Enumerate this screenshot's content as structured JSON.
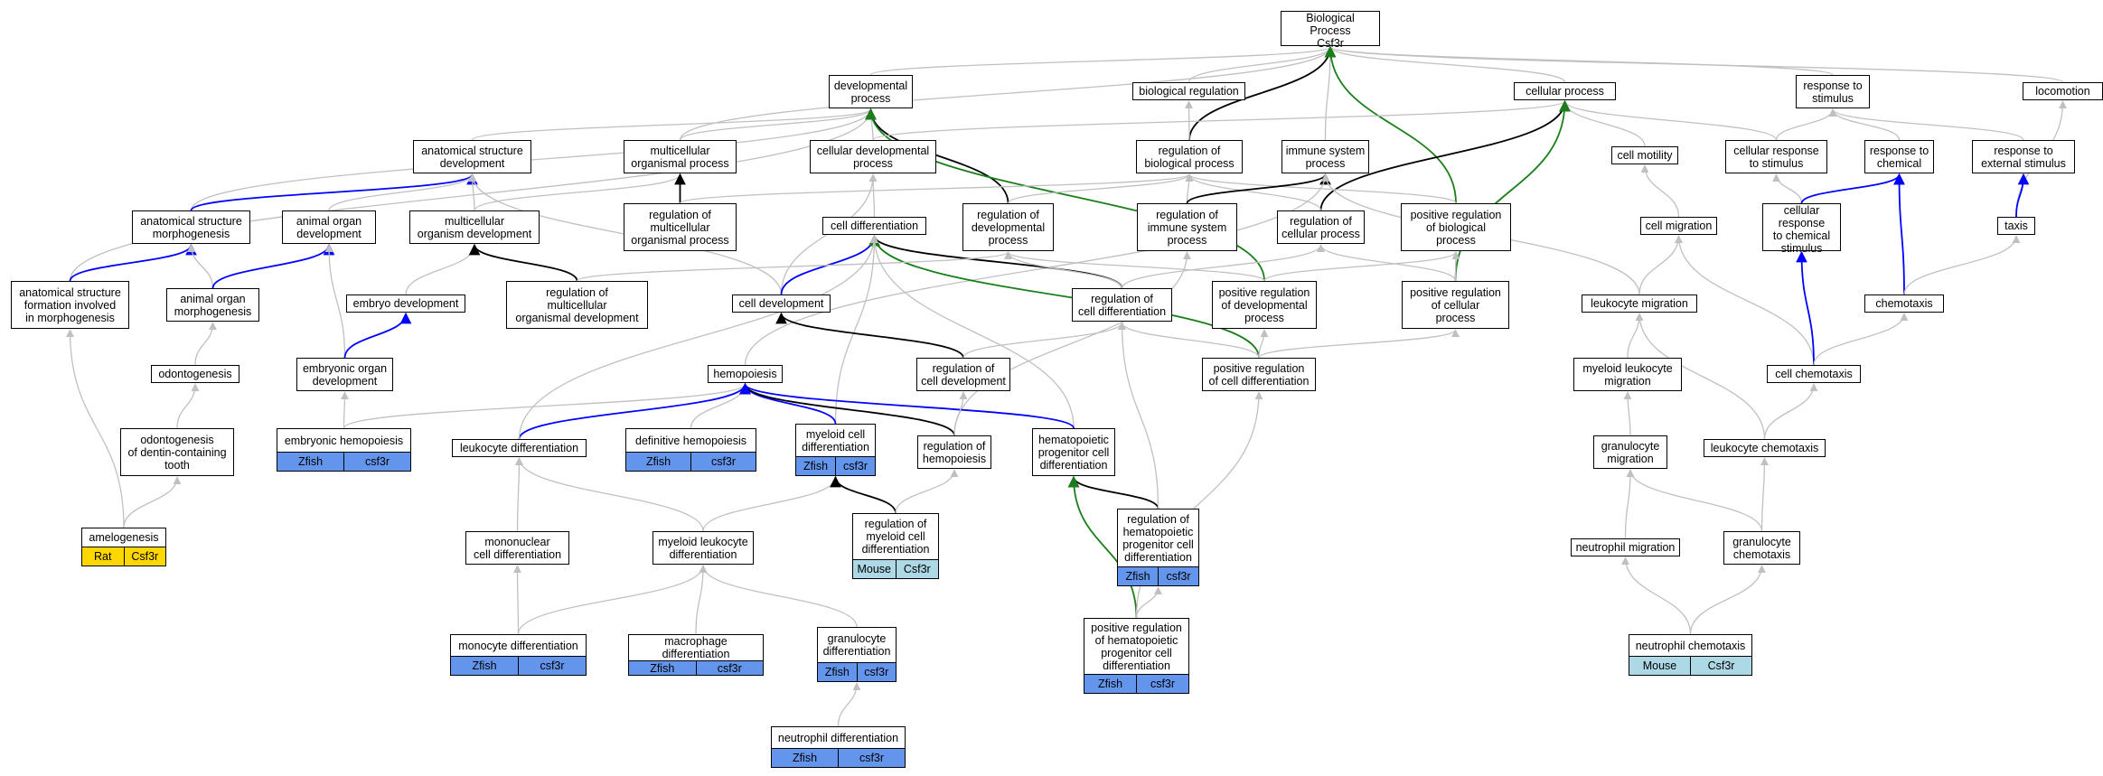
{
  "colors": {
    "gray": "#c0c0c0",
    "black": "#000000",
    "blue": "#0000ff",
    "green": "#1a7f1a",
    "zfish": "#6495ed",
    "mouse": "#add8e6",
    "rat": "#ffd700"
  },
  "nodes": [
    {
      "id": "root",
      "label": "Biological Process\nCsf3r"
    },
    {
      "id": "devproc",
      "label": "developmental\nprocess"
    },
    {
      "id": "bioreg",
      "label": "biological regulation"
    },
    {
      "id": "cellproc",
      "label": "cellular process"
    },
    {
      "id": "respstim",
      "label": "response to\nstimulus"
    },
    {
      "id": "locomotion",
      "label": "locomotion"
    },
    {
      "id": "asd",
      "label": "anatomical structure\ndevelopment"
    },
    {
      "id": "multorg",
      "label": "multicellular\norganismal process"
    },
    {
      "id": "celldevproc",
      "label": "cellular developmental\nprocess"
    },
    {
      "id": "regbio",
      "label": "regulation of\nbiological process"
    },
    {
      "id": "immsys",
      "label": "immune system\nprocess"
    },
    {
      "id": "cellmot",
      "label": "cell motility"
    },
    {
      "id": "cellresp",
      "label": "cellular response\nto stimulus"
    },
    {
      "id": "respchem",
      "label": "response to\nchemical"
    },
    {
      "id": "respext",
      "label": "response to\nexternal stimulus"
    },
    {
      "id": "asm",
      "label": "anatomical structure\nmorphogenesis"
    },
    {
      "id": "aod",
      "label": "animal organ\ndevelopment"
    },
    {
      "id": "mod",
      "label": "multicellular\norganism development"
    },
    {
      "id": "regmop",
      "label": "regulation of\nmulticellular\norganismal process"
    },
    {
      "id": "celldiff",
      "label": "cell differentiation"
    },
    {
      "id": "regdev",
      "label": "regulation of\ndevelopmental\nprocess"
    },
    {
      "id": "regimm",
      "label": "regulation of\nimmune system\nprocess"
    },
    {
      "id": "regcell",
      "label": "regulation of\ncellular process"
    },
    {
      "id": "posregbio",
      "label": "positive regulation\nof biological\nprocess"
    },
    {
      "id": "cellmig",
      "label": "cell migration"
    },
    {
      "id": "cellrespchem",
      "label": "cellular response\nto chemical\nstimulus"
    },
    {
      "id": "taxis",
      "label": "taxis"
    },
    {
      "id": "asfim",
      "label": "anatomical structure\nformation involved\nin morphogenesis"
    },
    {
      "id": "aom",
      "label": "animal organ\nmorphogenesis"
    },
    {
      "id": "embdev",
      "label": "embryo development"
    },
    {
      "id": "regmod",
      "label": "regulation of\nmulticellular\norganismal development"
    },
    {
      "id": "celldev",
      "label": "cell development"
    },
    {
      "id": "regcd",
      "label": "regulation of\ncell differentiation"
    },
    {
      "id": "posregdev",
      "label": "positive regulation\nof developmental\nprocess"
    },
    {
      "id": "posregcell",
      "label": "positive regulation\nof cellular\nprocess"
    },
    {
      "id": "leukmig",
      "label": "leukocyte migration"
    },
    {
      "id": "chemotaxis",
      "label": "chemotaxis"
    },
    {
      "id": "odonto",
      "label": "odontogenesis"
    },
    {
      "id": "eod",
      "label": "embryonic organ\ndevelopment"
    },
    {
      "id": "hemo",
      "label": "hemopoiesis"
    },
    {
      "id": "regcdev",
      "label": "regulation of\ncell development"
    },
    {
      "id": "posregcd",
      "label": "positive regulation\nof cell differentiation"
    },
    {
      "id": "mlm",
      "label": "myeloid leukocyte\nmigration"
    },
    {
      "id": "cellchemo",
      "label": "cell chemotaxis"
    },
    {
      "id": "odontodct",
      "label": "odontogenesis\nof dentin-containing\ntooth"
    },
    {
      "id": "embhemo",
      "label": "embryonic hemopoiesis",
      "tags": [
        [
          "Zfish",
          "zfish"
        ],
        [
          "csf3r",
          "zfish"
        ]
      ]
    },
    {
      "id": "leukdiff",
      "label": "leukocyte differentiation"
    },
    {
      "id": "defhemo",
      "label": "definitive hemopoiesis",
      "tags": [
        [
          "Zfish",
          "zfish"
        ],
        [
          "csf3r",
          "zfish"
        ]
      ]
    },
    {
      "id": "myelcd",
      "label": "myeloid cell\ndifferentiation",
      "tags": [
        [
          "Zfish",
          "zfish"
        ],
        [
          "csf3r",
          "zfish"
        ]
      ]
    },
    {
      "id": "reghemo",
      "label": "regulation of\nhemopoiesis"
    },
    {
      "id": "hpcd",
      "label": "hematopoietic\nprogenitor cell\ndifferentiation"
    },
    {
      "id": "granmig",
      "label": "granulocyte\nmigration"
    },
    {
      "id": "leukchemo",
      "label": "leukocyte chemotaxis"
    },
    {
      "id": "amelo",
      "label": "amelogenesis",
      "tags": [
        [
          "Rat",
          "rat"
        ],
        [
          "Csf3r",
          "rat"
        ]
      ]
    },
    {
      "id": "mononuc",
      "label": "mononuclear\ncell differentiation"
    },
    {
      "id": "myelleuk",
      "label": "myeloid leukocyte\ndifferentiation"
    },
    {
      "id": "regmyel",
      "label": "regulation of\nmyeloid cell\ndifferentiation",
      "tags": [
        [
          "Mouse",
          "mouse"
        ],
        [
          "Csf3r",
          "mouse"
        ]
      ]
    },
    {
      "id": "reghpcd",
      "label": "regulation of\nhematopoietic\nprogenitor cell\ndifferentiation",
      "tags": [
        [
          "Zfish",
          "zfish"
        ],
        [
          "csf3r",
          "zfish"
        ]
      ]
    },
    {
      "id": "neutmig",
      "label": "neutrophil migration"
    },
    {
      "id": "granchemo",
      "label": "granulocyte\nchemotaxis"
    },
    {
      "id": "monodiff",
      "label": "monocyte differentiation",
      "tags": [
        [
          "Zfish",
          "zfish"
        ],
        [
          "csf3r",
          "zfish"
        ]
      ]
    },
    {
      "id": "macrodiff",
      "label": "macrophage differentiation",
      "tags": [
        [
          "Zfish",
          "zfish"
        ],
        [
          "csf3r",
          "zfish"
        ]
      ]
    },
    {
      "id": "grandiff",
      "label": "granulocyte\ndifferentiation",
      "tags": [
        [
          "Zfish",
          "zfish"
        ],
        [
          "csf3r",
          "zfish"
        ]
      ]
    },
    {
      "id": "posreghpcd",
      "label": "positive regulation\nof hematopoietic\nprogenitor cell\ndifferentiation",
      "tags": [
        [
          "Zfish",
          "zfish"
        ],
        [
          "csf3r",
          "zfish"
        ]
      ]
    },
    {
      "id": "neutchemo",
      "label": "neutrophil chemotaxis",
      "tags": [
        [
          "Mouse",
          "mouse"
        ],
        [
          "Csf3r",
          "mouse"
        ]
      ]
    },
    {
      "id": "neutdiff",
      "label": "neutrophil differentiation",
      "tags": [
        [
          "Zfish",
          "zfish"
        ],
        [
          "csf3r",
          "zfish"
        ]
      ]
    }
  ],
  "edges": [
    [
      "devproc",
      "root",
      "gray"
    ],
    [
      "bioreg",
      "root",
      "gray"
    ],
    [
      "cellproc",
      "root",
      "gray"
    ],
    [
      "respstim",
      "root",
      "gray"
    ],
    [
      "locomotion",
      "root",
      "gray"
    ],
    [
      "multorg",
      "root",
      "gray"
    ],
    [
      "regbio",
      "root",
      "black"
    ],
    [
      "immsys",
      "root",
      "gray"
    ],
    [
      "posregbio",
      "root",
      "green"
    ],
    [
      "asd",
      "devproc",
      "gray"
    ],
    [
      "celldevproc",
      "devproc",
      "gray"
    ],
    [
      "multorg",
      "devproc",
      "gray"
    ],
    [
      "asfim",
      "devproc",
      "gray"
    ],
    [
      "asm",
      "devproc",
      "gray"
    ],
    [
      "regdev",
      "devproc",
      "black"
    ],
    [
      "posregdev",
      "devproc",
      "green"
    ],
    [
      "regbio",
      "bioreg",
      "gray"
    ],
    [
      "celldevproc",
      "cellproc",
      "gray"
    ],
    [
      "regcell",
      "cellproc",
      "black"
    ],
    [
      "cellmot",
      "cellproc",
      "gray"
    ],
    [
      "cellresp",
      "cellproc",
      "gray"
    ],
    [
      "posregcell",
      "cellproc",
      "green"
    ],
    [
      "cellresp",
      "respstim",
      "gray"
    ],
    [
      "respchem",
      "respstim",
      "gray"
    ],
    [
      "respext",
      "respstim",
      "gray"
    ],
    [
      "taxis",
      "locomotion",
      "gray"
    ],
    [
      "asm",
      "asd",
      "blue"
    ],
    [
      "aod",
      "asd",
      "gray"
    ],
    [
      "mod",
      "asd",
      "gray"
    ],
    [
      "celldev",
      "asd",
      "gray"
    ],
    [
      "mod",
      "multorg",
      "gray"
    ],
    [
      "regmop",
      "multorg",
      "black"
    ],
    [
      "celldiff",
      "celldevproc",
      "gray"
    ],
    [
      "celldev",
      "celldevproc",
      "gray"
    ],
    [
      "regdev",
      "regbio",
      "gray"
    ],
    [
      "regimm",
      "regbio",
      "gray"
    ],
    [
      "regcell",
      "regbio",
      "gray"
    ],
    [
      "posregbio",
      "regbio",
      "gray"
    ],
    [
      "regmop",
      "regbio",
      "gray"
    ],
    [
      "regimm",
      "immsys",
      "black"
    ],
    [
      "hemo",
      "immsys",
      "gray"
    ],
    [
      "leukmig",
      "immsys",
      "gray"
    ],
    [
      "cellmig",
      "cellmot",
      "gray"
    ],
    [
      "cellrespchem",
      "cellresp",
      "gray"
    ],
    [
      "cellrespchem",
      "respchem",
      "blue"
    ],
    [
      "chemotaxis",
      "respchem",
      "blue"
    ],
    [
      "taxis",
      "respext",
      "blue"
    ],
    [
      "asfim",
      "asm",
      "blue"
    ],
    [
      "aom",
      "asm",
      "gray"
    ],
    [
      "aom",
      "aod",
      "blue"
    ],
    [
      "eod",
      "aod",
      "gray"
    ],
    [
      "embdev",
      "mod",
      "gray"
    ],
    [
      "regmod",
      "mod",
      "black"
    ],
    [
      "celldev",
      "celldiff",
      "blue"
    ],
    [
      "regcd",
      "celldiff",
      "black"
    ],
    [
      "posregcd",
      "celldiff",
      "green"
    ],
    [
      "myelcd",
      "celldiff",
      "gray"
    ],
    [
      "hpcd",
      "celldiff",
      "gray"
    ],
    [
      "regcd",
      "regdev",
      "gray"
    ],
    [
      "posregdev",
      "regdev",
      "gray"
    ],
    [
      "reghemo",
      "regimm",
      "gray"
    ],
    [
      "regcd",
      "regcell",
      "gray"
    ],
    [
      "posregcell",
      "regcell",
      "gray"
    ],
    [
      "posregdev",
      "posregbio",
      "gray"
    ],
    [
      "posregcell",
      "posregbio",
      "gray"
    ],
    [
      "leukmig",
      "cellmig",
      "gray"
    ],
    [
      "cellchemo",
      "cellmig",
      "gray"
    ],
    [
      "cellchemo",
      "cellrespchem",
      "blue"
    ],
    [
      "chemotaxis",
      "taxis",
      "gray"
    ],
    [
      "amelo",
      "asfim",
      "gray"
    ],
    [
      "odonto",
      "aom",
      "gray"
    ],
    [
      "eod",
      "embdev",
      "blue"
    ],
    [
      "regcdev",
      "celldev",
      "black"
    ],
    [
      "regmod",
      "regdev",
      "gray"
    ],
    [
      "regcdev",
      "regcd",
      "gray"
    ],
    [
      "posregcd",
      "regcd",
      "gray"
    ],
    [
      "posregcd",
      "posregdev",
      "gray"
    ],
    [
      "posregcd",
      "posregcell",
      "gray"
    ],
    [
      "mlm",
      "leukmig",
      "gray"
    ],
    [
      "leukchemo",
      "leukmig",
      "gray"
    ],
    [
      "cellchemo",
      "chemotaxis",
      "gray"
    ],
    [
      "odontodct",
      "odonto",
      "gray"
    ],
    [
      "embhemo",
      "eod",
      "gray"
    ],
    [
      "embhemo",
      "hemo",
      "gray"
    ],
    [
      "defhemo",
      "hemo",
      "gray"
    ],
    [
      "leukdiff",
      "hemo",
      "blue"
    ],
    [
      "myelcd",
      "hemo",
      "blue"
    ],
    [
      "reghemo",
      "hemo",
      "black"
    ],
    [
      "hpcd",
      "hemo",
      "blue"
    ],
    [
      "reghemo",
      "regcdev",
      "gray"
    ],
    [
      "leukdiff",
      "celldiff",
      "gray"
    ],
    [
      "granmig",
      "mlm",
      "gray"
    ],
    [
      "leukchemo",
      "cellchemo",
      "gray"
    ],
    [
      "amelo",
      "odontodct",
      "gray"
    ],
    [
      "mononuc",
      "leukdiff",
      "gray"
    ],
    [
      "myelleuk",
      "leukdiff",
      "gray"
    ],
    [
      "myelleuk",
      "myelcd",
      "gray"
    ],
    [
      "regmyel",
      "myelcd",
      "black"
    ],
    [
      "regmyel",
      "reghemo",
      "gray"
    ],
    [
      "reghpcd",
      "hpcd",
      "black"
    ],
    [
      "reghpcd",
      "regcd",
      "gray"
    ],
    [
      "posreghpcd",
      "hpcd",
      "green"
    ],
    [
      "posreghpcd",
      "reghpcd",
      "gray"
    ],
    [
      "posreghpcd",
      "posregcd",
      "gray"
    ],
    [
      "neutmig",
      "granmig",
      "gray"
    ],
    [
      "granchemo",
      "granmig",
      "gray"
    ],
    [
      "granchemo",
      "leukchemo",
      "gray"
    ],
    [
      "monodiff",
      "mononuc",
      "gray"
    ],
    [
      "monodiff",
      "myelleuk",
      "gray"
    ],
    [
      "macrodiff",
      "myelleuk",
      "gray"
    ],
    [
      "grandiff",
      "myelleuk",
      "gray"
    ],
    [
      "neutdiff",
      "grandiff",
      "gray"
    ],
    [
      "neutchemo",
      "neutmig",
      "gray"
    ],
    [
      "neutchemo",
      "granchemo",
      "gray"
    ]
  ]
}
